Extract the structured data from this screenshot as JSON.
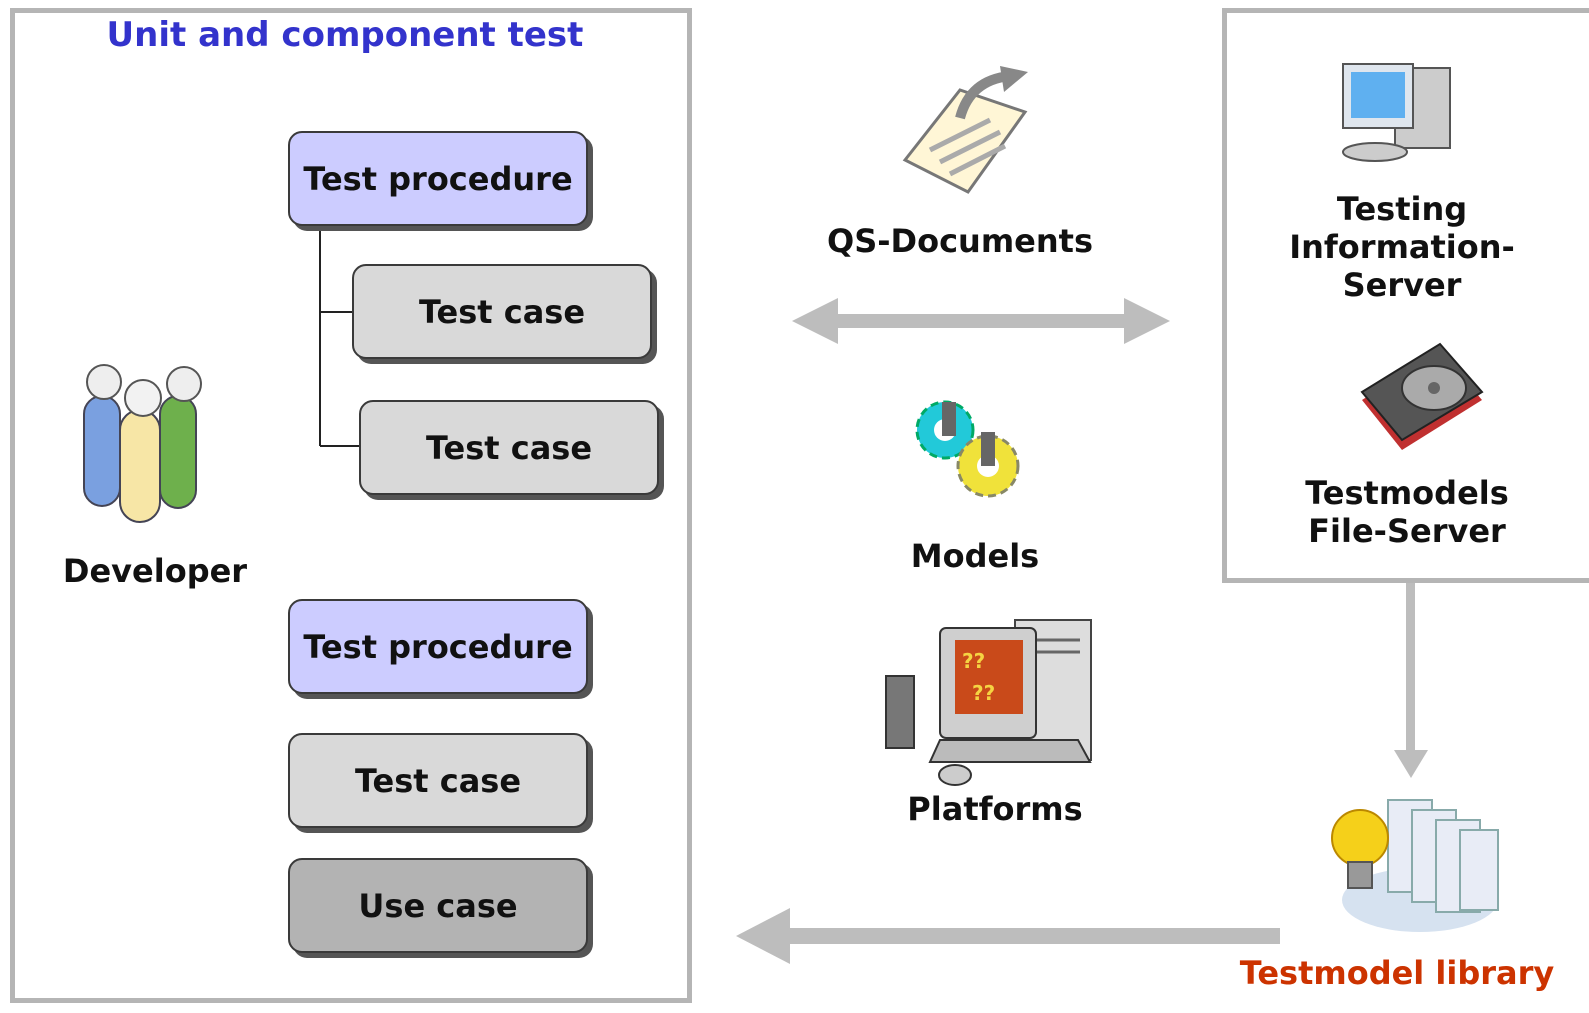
{
  "left_panel": {
    "title": "Unit and component test",
    "developer_label": "Developer",
    "boxes": {
      "proc1": "Test procedure",
      "case1": "Test case",
      "case2": "Test case",
      "proc2": "Test procedure",
      "case3": "Test case",
      "use_case": "Use case"
    }
  },
  "middle": {
    "qs_documents": "QS-Documents",
    "models": "Models",
    "platforms": "Platforms"
  },
  "right_panel": {
    "testing_server": "Testing Information-Server",
    "file_server": "Testmodels File-Server"
  },
  "library_label": "Testmodel library",
  "colors": {
    "title_blue": "#3333cc",
    "library_red": "#cc3300",
    "procedure_fill": "#ccccff",
    "case_fill": "#d9d9d9",
    "use_case_fill": "#b3b3b3",
    "arrow_gray": "#bdbdbd"
  }
}
